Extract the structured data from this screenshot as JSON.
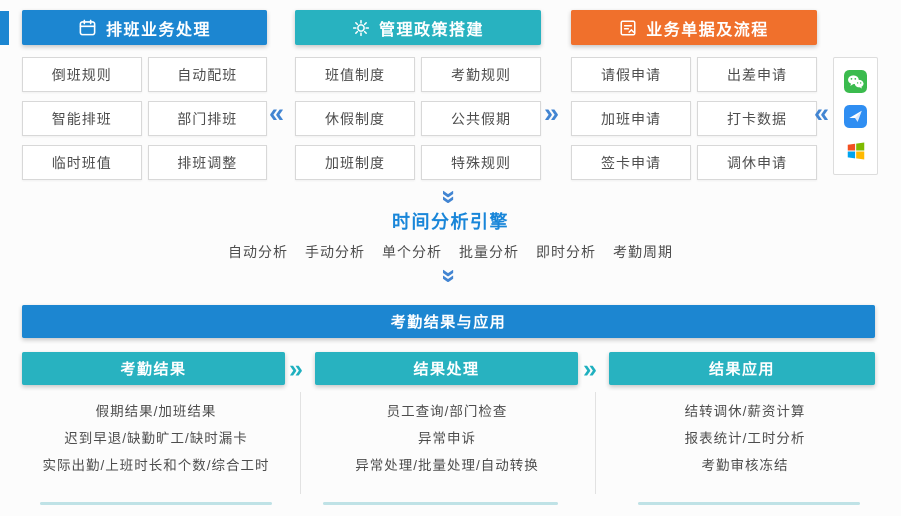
{
  "colors": {
    "header-blue": "#1c86d1",
    "header-teal": "#28b2c0",
    "header-orange": "#f0702c",
    "chevron-blue": "#4285d2",
    "chevron-teal": "#1fb0bf",
    "title-blue": "#1986d9",
    "box-border": "#d8d8d8",
    "box-text": "#4d4d4d",
    "line-teal": "#bfe2e6"
  },
  "glyphs": {
    "left": "«",
    "right": "»",
    "down": "»"
  },
  "groups": [
    {
      "title": "排班业务处理",
      "icon": "calendar-icon",
      "items": [
        "倒班规则",
        "自动配班",
        "智能排班",
        "部门排班",
        "临时班值",
        "排班调整"
      ]
    },
    {
      "title": "管理政策搭建",
      "icon": "gear-icon",
      "items": [
        "班值制度",
        "考勤规则",
        "休假制度",
        "公共假期",
        "加班制度",
        "特殊规则"
      ]
    },
    {
      "title": "业务单据及流程",
      "icon": "form-icon",
      "items": [
        "请假申请",
        "出差申请",
        "加班申请",
        "打卡数据",
        "签卡申请",
        "调休申请"
      ]
    }
  ],
  "app_icons": [
    "wechat-icon",
    "app-blue-icon",
    "windows-icon"
  ],
  "engine": {
    "title": "时间分析引擎",
    "items": [
      "自动分析",
      "手动分析",
      "单个分析",
      "批量分析",
      "即时分析",
      "考勤周期"
    ]
  },
  "results_banner": "考勤结果与应用",
  "result_columns": [
    {
      "title": "考勤结果",
      "rows": [
        "假期结果/加班结果",
        "迟到早退/缺勤旷工/缺时漏卡",
        "实际出勤/上班时长和个数/综合工时"
      ]
    },
    {
      "title": "结果处理",
      "rows": [
        "员工查询/部门检查",
        "异常申诉",
        "异常处理/批量处理/自动转换"
      ]
    },
    {
      "title": "结果应用",
      "rows": [
        "结转调休/薪资计算",
        "报表统计/工时分析",
        "考勤审核冻结"
      ]
    }
  ]
}
